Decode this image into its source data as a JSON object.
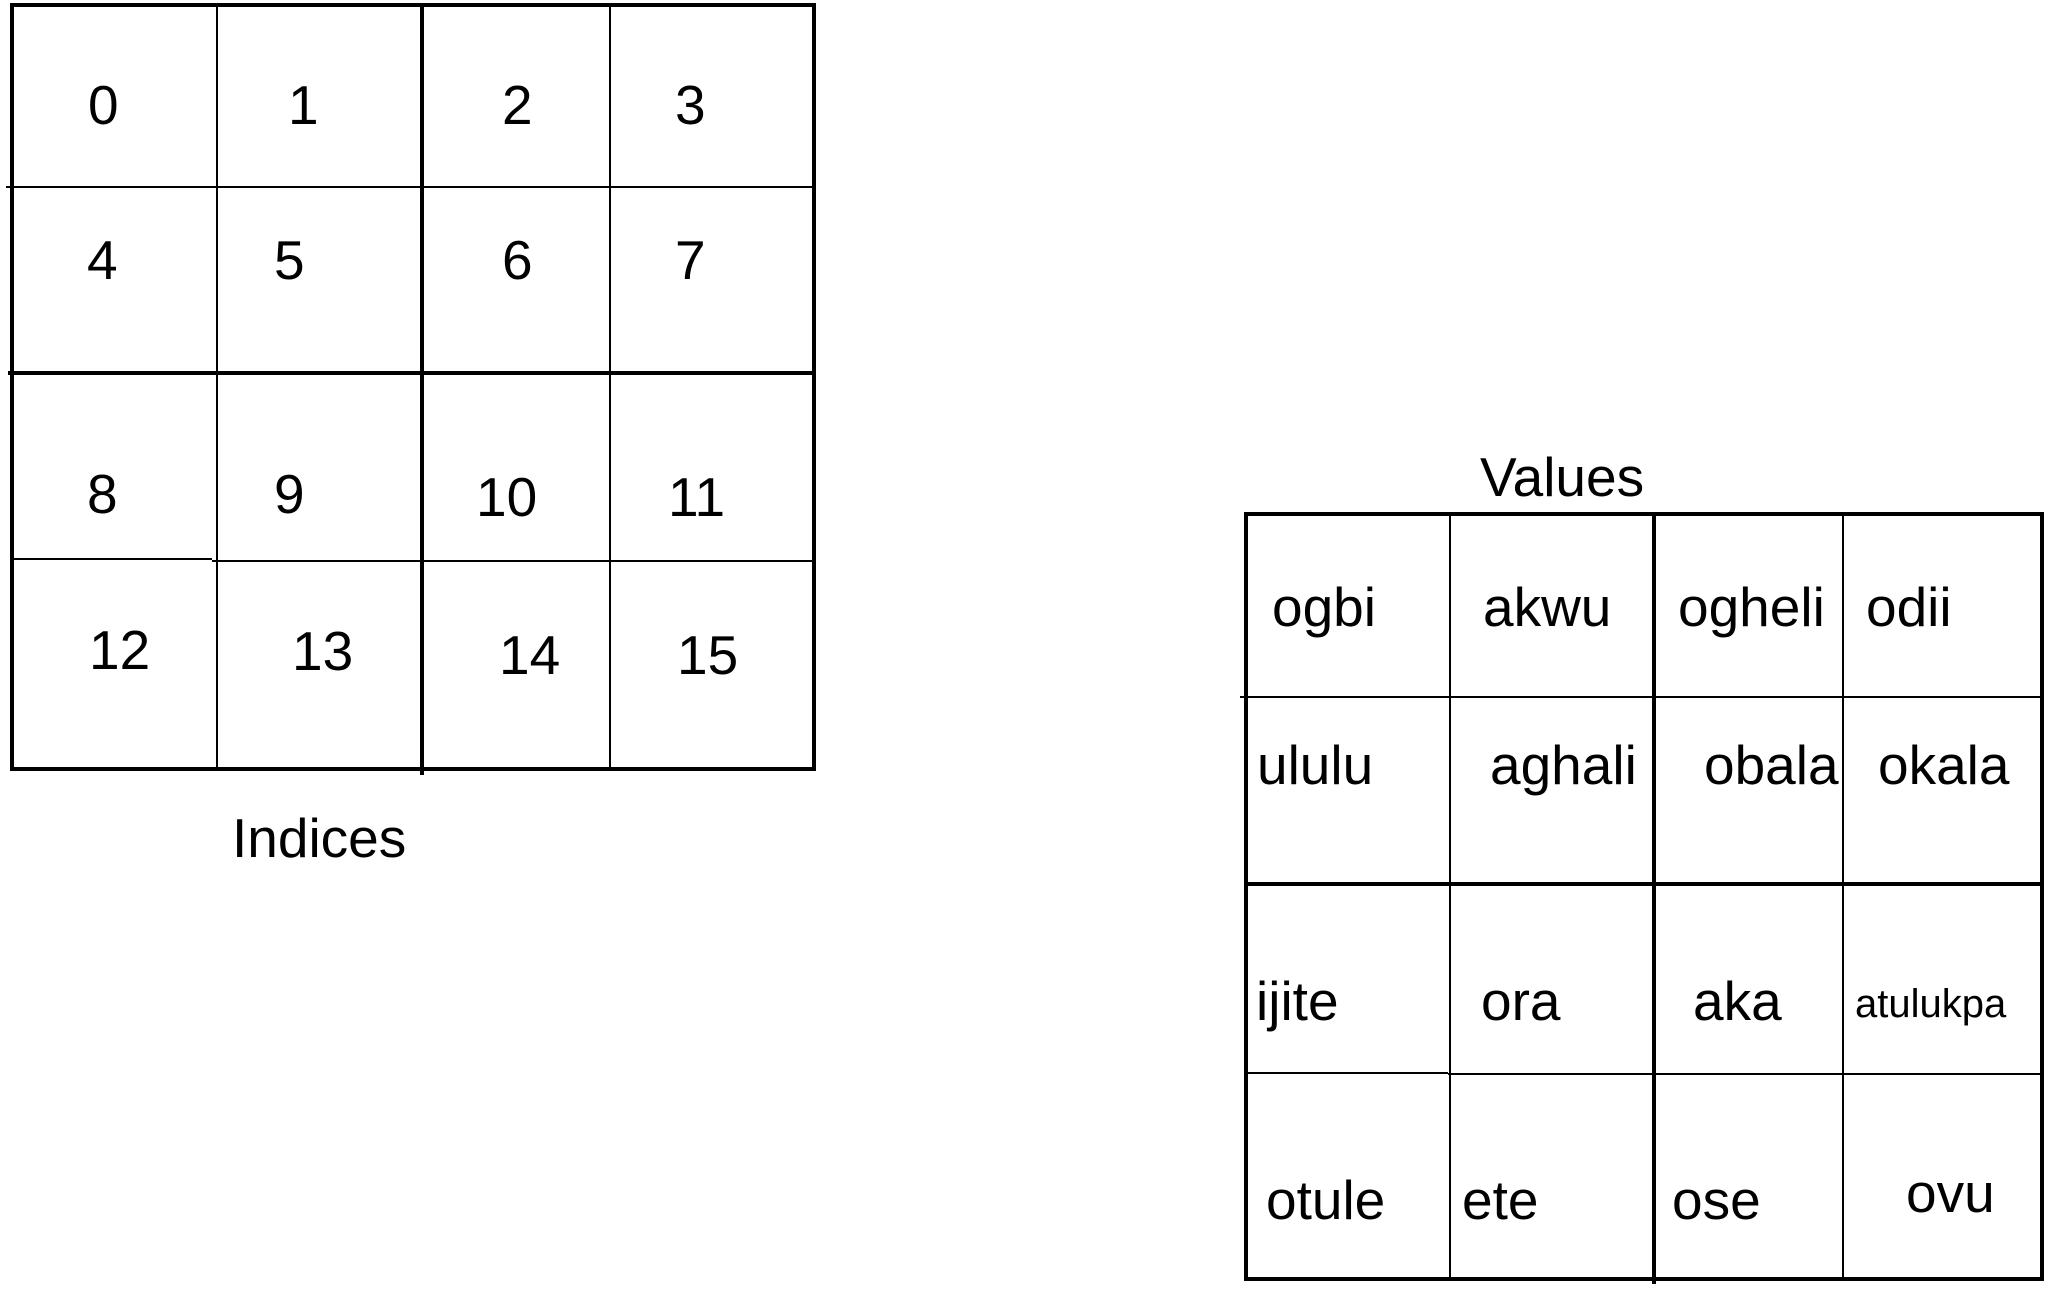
{
  "indices_grid": {
    "caption": "Indices",
    "rows": [
      [
        "0",
        "1",
        "2",
        "3"
      ],
      [
        "4",
        "5",
        "6",
        "7"
      ],
      [
        "8",
        "9",
        "10",
        "11"
      ],
      [
        "12",
        "13",
        "14",
        "15"
      ]
    ]
  },
  "values_grid": {
    "caption": "Values",
    "rows": [
      [
        "ogbi",
        "akwu",
        "ogheli",
        "odii"
      ],
      [
        "ululu",
        "aghali",
        "obala",
        "okala"
      ],
      [
        "ijite",
        "ora",
        "aka",
        "atulukpa"
      ],
      [
        "otule",
        "ete",
        "ose",
        "ovu"
      ]
    ]
  },
  "colors": {
    "line": "#000000",
    "background": "#ffffff",
    "text": "#000000"
  }
}
